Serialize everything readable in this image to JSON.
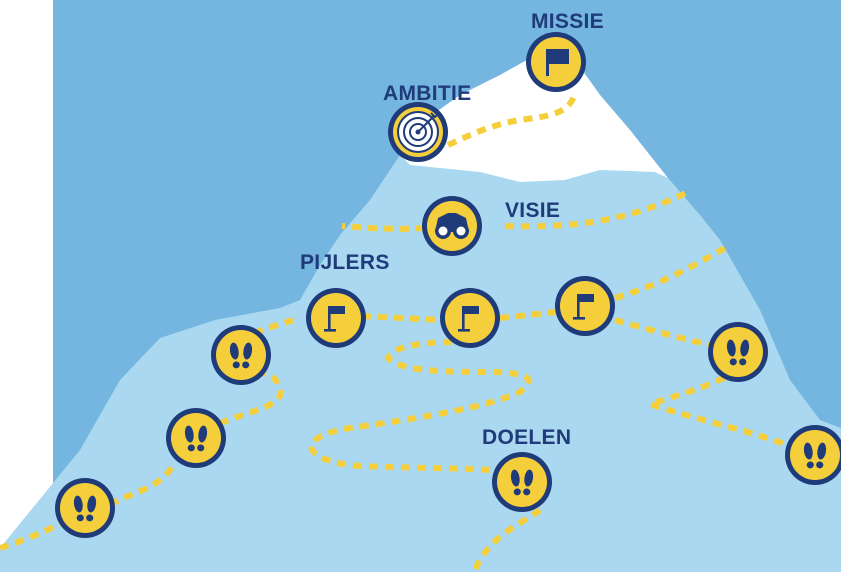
{
  "labels": {
    "missie": "MISSIE",
    "ambitie": "AMBITIE",
    "visie": "VISIE",
    "pijlers": "PIJLERS",
    "doelen": "DOELEN"
  },
  "colors": {
    "sky": "#74b6df",
    "mountain": "#a9d8f0",
    "snow": "#ffffff",
    "path": "#f5cf3b",
    "badge_fill": "#f5cf3b",
    "badge_ring": "#1f3b7a",
    "label_text": "#1f3b7a"
  },
  "icons": {
    "missie": "flag-icon",
    "ambitie": "target-icon",
    "visie": "binoculars-icon",
    "pijlers": "milestone-flag-icon",
    "doelen": "footprints-icon"
  }
}
